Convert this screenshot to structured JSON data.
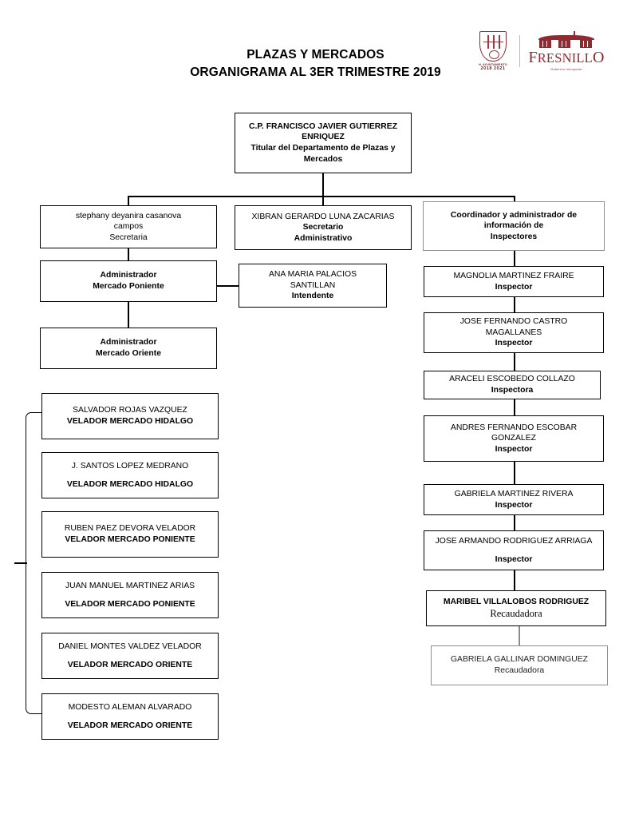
{
  "header": {
    "title_line1": "PLAZAS Y MERCADOS",
    "title_line2": "ORGANIGRAMA AL 3ER TRIMESTRE 2019",
    "logos": {
      "crest_caption": "H. AYUNTAMIENTO",
      "crest_years": "2018  2021",
      "wordmark_cap": "F",
      "wordmark_rest": "RESNILL",
      "wordmark_cap_end": "O",
      "wordmark_tagline": "Gobierno Incluyente"
    },
    "brand_color": "#8f2a31"
  },
  "nodes": {
    "head": {
      "name": "C.P. FRANCISCO JAVIER GUTIERREZ",
      "name2": "ENRIQUEZ",
      "title": "Titular del Departamento de Plazas y",
      "title2": "Mercados"
    },
    "secretaria": {
      "name": "stephany deyanira casanova",
      "name2": "campos",
      "title": "Secretaria"
    },
    "secretario_admin": {
      "name": "XIBRAN GERARDO LUNA ZACARIAS",
      "title": "Secretario",
      "title2": "Administrativo"
    },
    "coordinador": {
      "title": "Coordinador y administrador de",
      "title2": "información de",
      "title3": "Inspectores"
    },
    "admin_poniente": {
      "title": "Administrador",
      "title2": "Mercado Poniente"
    },
    "admin_oriente": {
      "title": "Administrador",
      "title2": "Mercado Oriente"
    },
    "intendente": {
      "name": "ANA MARIA PALACIOS",
      "name2": "SANTILLAN",
      "title": "Intendente"
    }
  },
  "veladores": [
    {
      "name": "SALVADOR ROJAS VAZQUEZ",
      "title": "VELADOR MERCADO HIDALGO",
      "spaced": false
    },
    {
      "name": "J. SANTOS LOPEZ MEDRANO",
      "title": "VELADOR MERCADO HIDALGO",
      "spaced": true
    },
    {
      "name": "RUBEN PAEZ DEVORA VELADOR",
      "title": "VELADOR MERCADO PONIENTE",
      "spaced": false
    },
    {
      "name": "JUAN MANUEL MARTINEZ ARIAS",
      "title": "VELADOR MERCADO PONIENTE",
      "spaced": true
    },
    {
      "name": "DANIEL MONTES VALDEZ VELADOR",
      "title": "VELADOR MERCADO ORIENTE",
      "spaced": true
    },
    {
      "name": "MODESTO ALEMAN ALVARADO",
      "title": "VELADOR MERCADO ORIENTE",
      "spaced": true
    }
  ],
  "inspectors": [
    {
      "name": "MAGNOLIA MARTINEZ FRAIRE",
      "name2": "",
      "title": "Inspector"
    },
    {
      "name": "JOSE FERNANDO CASTRO",
      "name2": "MAGALLANES",
      "title": "Inspector"
    },
    {
      "name": "ARACELI ESCOBEDO COLLAZO",
      "name2": "",
      "title": "Inspectora"
    },
    {
      "name": "ANDRES FERNANDO ESCOBAR",
      "name2": "GONZALEZ",
      "title": "Inspector"
    },
    {
      "name": "GABRIELA MARTINEZ RIVERA",
      "name2": "",
      "title": "Inspector"
    },
    {
      "name": "JOSE ARMANDO RODRIGUEZ ARRIAGA",
      "name2": "",
      "title": "Inspector"
    }
  ],
  "recaudadoras": [
    {
      "name": "MARIBEL VILLALOBOS RODRIGUEZ",
      "title": "Recaudadora"
    },
    {
      "name": "GABRIELA GALLINAR DOMINGUEZ",
      "title": "Recaudadora"
    }
  ]
}
